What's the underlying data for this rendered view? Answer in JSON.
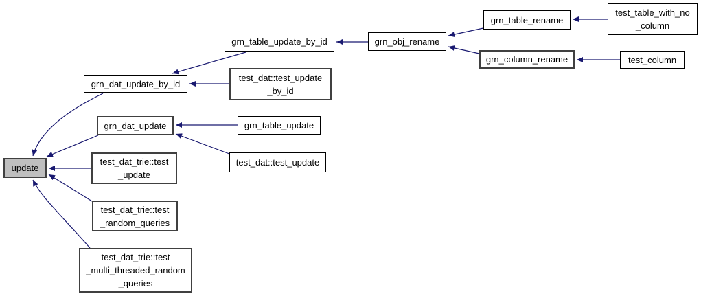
{
  "diagram": {
    "kind": "caller-graph",
    "root": "update",
    "colors": {
      "background": "#ffffff",
      "edge": "#191970",
      "node_fill": "#ffffff",
      "node_border": "#000000",
      "node_border_emphasis": "#404040",
      "highlight_fill": "#bfbfbf",
      "text": "#000000"
    },
    "nodes": [
      {
        "id": "update",
        "label": "update",
        "lines": [
          "update"
        ],
        "highlighted": true
      },
      {
        "id": "grn_dat_update_by_id",
        "label": "grn_dat_update_by_id",
        "lines": [
          "grn_dat_update_by_id"
        ]
      },
      {
        "id": "grn_table_update_by_id",
        "label": "grn_table_update_by_id",
        "lines": [
          "grn_table_update_by_id"
        ]
      },
      {
        "id": "grn_obj_rename",
        "label": "grn_obj_rename",
        "lines": [
          "grn_obj_rename"
        ]
      },
      {
        "id": "grn_table_rename",
        "label": "grn_table_rename",
        "lines": [
          "grn_table_rename"
        ]
      },
      {
        "id": "test_table_with_no_column",
        "label": "test_table_with_no_column",
        "lines": [
          "test_table_with_no",
          "_column"
        ]
      },
      {
        "id": "grn_column_rename",
        "label": "grn_column_rename",
        "lines": [
          "grn_column_rename"
        ]
      },
      {
        "id": "test_column",
        "label": "test_column",
        "lines": [
          "test_column"
        ]
      },
      {
        "id": "test_dat::test_update_by_id",
        "label": "test_dat::test_update_by_id",
        "lines": [
          "test_dat::test_update",
          "_by_id"
        ]
      },
      {
        "id": "grn_dat_update",
        "label": "grn_dat_update",
        "lines": [
          "grn_dat_update"
        ]
      },
      {
        "id": "grn_table_update",
        "label": "grn_table_update",
        "lines": [
          "grn_table_update"
        ]
      },
      {
        "id": "test_dat::test_update",
        "label": "test_dat::test_update",
        "lines": [
          "test_dat::test_update"
        ]
      },
      {
        "id": "test_dat_trie::test_update",
        "label": "test_dat_trie::test_update",
        "lines": [
          "test_dat_trie::test",
          "_update"
        ]
      },
      {
        "id": "test_dat_trie::test_random_queries",
        "label": "test_dat_trie::test_random_queries",
        "lines": [
          "test_dat_trie::test",
          "_random_queries"
        ]
      },
      {
        "id": "test_dat_trie::test_multi_threaded_random_queries",
        "label": "test_dat_trie::test_multi_threaded_random_queries",
        "lines": [
          "test_dat_trie::test",
          "_multi_threaded_random",
          "_queries"
        ]
      }
    ],
    "edges": [
      {
        "from": "grn_dat_update_by_id",
        "to": "update"
      },
      {
        "from": "grn_dat_update",
        "to": "update"
      },
      {
        "from": "test_dat_trie::test_update",
        "to": "update"
      },
      {
        "from": "test_dat_trie::test_random_queries",
        "to": "update"
      },
      {
        "from": "test_dat_trie::test_multi_threaded_random_queries",
        "to": "update"
      },
      {
        "from": "grn_table_update_by_id",
        "to": "grn_dat_update_by_id"
      },
      {
        "from": "test_dat::test_update_by_id",
        "to": "grn_dat_update_by_id"
      },
      {
        "from": "grn_obj_rename",
        "to": "grn_table_update_by_id"
      },
      {
        "from": "grn_table_rename",
        "to": "grn_obj_rename"
      },
      {
        "from": "grn_column_rename",
        "to": "grn_obj_rename"
      },
      {
        "from": "test_table_with_no_column",
        "to": "grn_table_rename"
      },
      {
        "from": "test_column",
        "to": "grn_column_rename"
      },
      {
        "from": "grn_table_update",
        "to": "grn_dat_update"
      },
      {
        "from": "test_dat::test_update",
        "to": "grn_dat_update"
      }
    ]
  }
}
